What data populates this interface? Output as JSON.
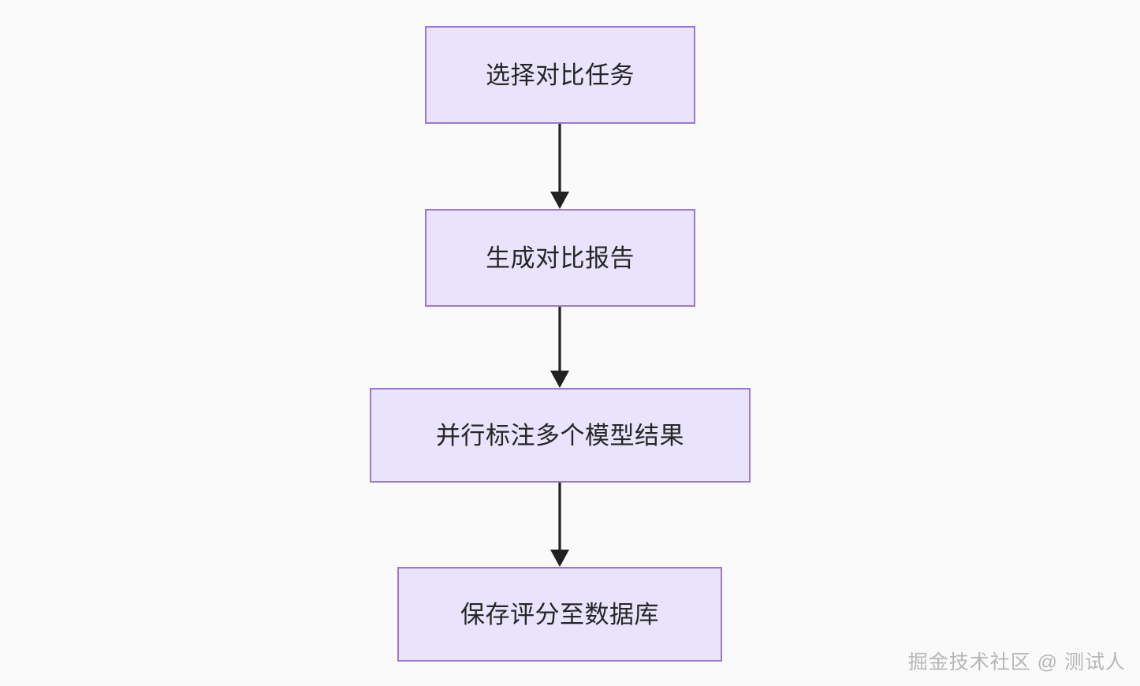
{
  "diagram": {
    "type": "flowchart",
    "orientation": "top-to-bottom",
    "background_color": "#fbfafa",
    "node_fill_color": "#e9e3fb",
    "node_border_color": "#9a77d6",
    "node_text_color": "#262626",
    "connector_color": "#23211f",
    "nodes": [
      {
        "id": "node-1",
        "label": "选择对比任务"
      },
      {
        "id": "node-2",
        "label": "生成对比报告"
      },
      {
        "id": "node-3",
        "label": "并行标注多个模型结果"
      },
      {
        "id": "node-4",
        "label": "保存评分至数据库"
      }
    ],
    "edges": [
      {
        "from": "node-1",
        "to": "node-2",
        "label": ""
      },
      {
        "from": "node-2",
        "to": "node-3",
        "label": ""
      },
      {
        "from": "node-3",
        "to": "node-4",
        "label": ""
      }
    ]
  },
  "watermark": {
    "text": "掘金技术社区 @ 测试人",
    "color": "#b7b6b8"
  }
}
